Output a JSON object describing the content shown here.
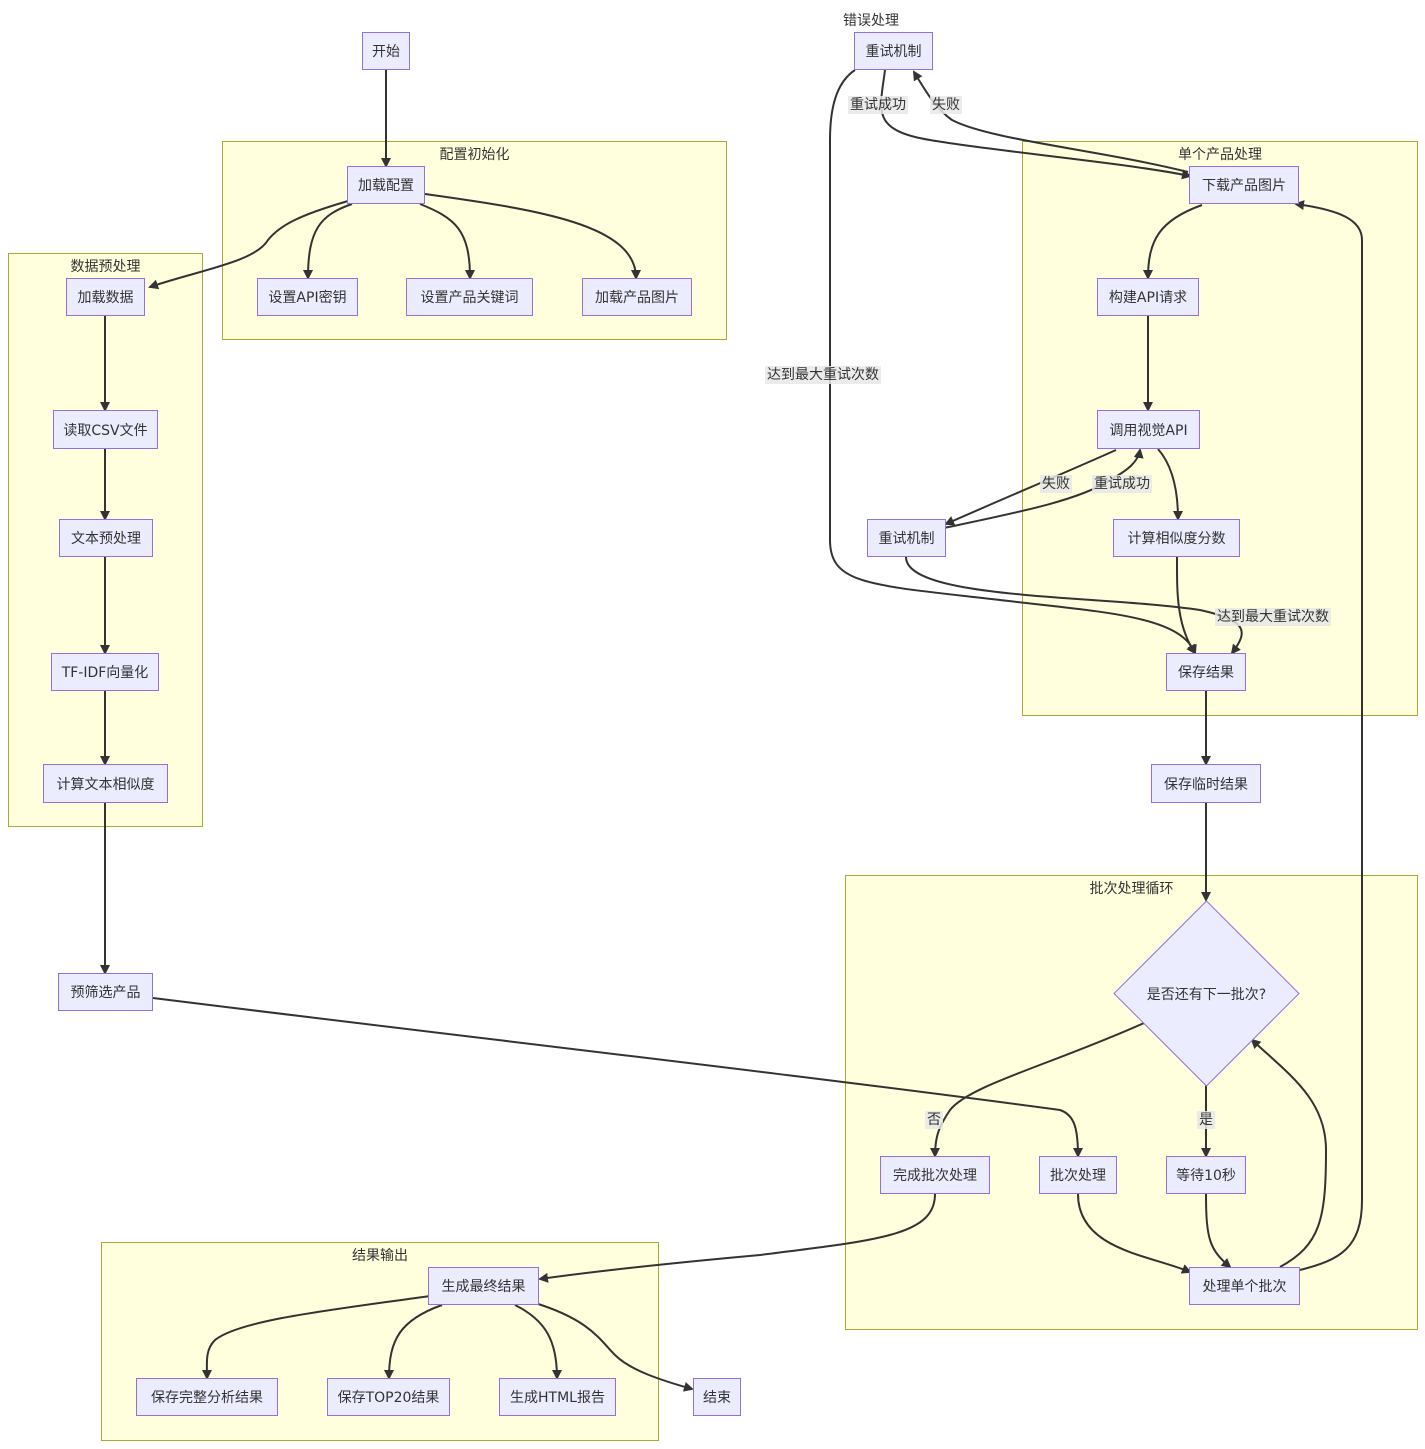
{
  "clusters": {
    "config": "配置初始化",
    "preprocess": "数据预处理",
    "error": "错误处理",
    "single": "单个产品处理",
    "batch": "批次处理循环",
    "output": "结果输出"
  },
  "nodes": {
    "start": "开始",
    "load_config": "加载配置",
    "set_api_key": "设置API密钥",
    "set_keywords": "设置产品关键词",
    "load_images": "加载产品图片",
    "load_data": "加载数据",
    "read_csv": "读取CSV文件",
    "text_pre": "文本预处理",
    "tfidf": "TF-IDF向量化",
    "text_sim": "计算文本相似度",
    "prefilter": "预筛选产品",
    "retry_top": "重试机制",
    "download_img": "下载产品图片",
    "build_api": "构建API请求",
    "call_api": "调用视觉API",
    "retry_mid": "重试机制",
    "calc_score": "计算相似度分数",
    "save_result": "保存结果",
    "save_temp": "保存临时结果",
    "has_next": "是否还有下一批次?",
    "finish_batch": "完成批次处理",
    "batch_proc": "批次处理",
    "wait": "等待10秒",
    "process_batch": "处理单个批次",
    "gen_final": "生成最终结果",
    "save_full": "保存完整分析结果",
    "save_top20": "保存TOP20结果",
    "gen_html": "生成HTML报告",
    "end": "结束"
  },
  "edge_labels": {
    "retry_success_top": "重试成功",
    "fail_top": "失败",
    "max_retry_left": "达到最大重试次数",
    "fail_mid": "失败",
    "retry_success_mid": "重试成功",
    "max_retry_right": "达到最大重试次数",
    "no": "否",
    "yes": "是"
  },
  "colors": {
    "node_fill": "#ececff",
    "node_border": "#9370db",
    "cluster_fill": "#ffffde",
    "cluster_border": "#aaaa33",
    "edge": "#333333"
  }
}
